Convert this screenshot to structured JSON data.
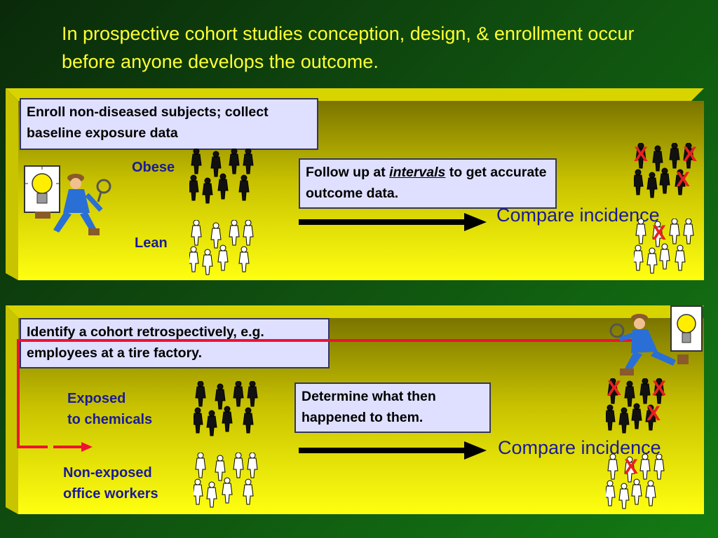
{
  "title": "In prospective cohort studies conception, design, & enrollment occur before anyone develops the outcome.",
  "top_panel": {
    "enroll_box": "Enroll non-diseased subjects; collect baseline exposure data",
    "group1_label": "Obese",
    "group2_label": "Lean",
    "followup_prefix": "Follow up at ",
    "followup_emph": "intervals",
    "followup_suffix": " to get accurate outcome data.",
    "compare_label": "Compare incidence",
    "outcome_mark": "X"
  },
  "bottom_panel": {
    "identify_box": "Identify a cohort retrospectively, e.g. employees at a tire factory.",
    "group1_label_line1": "Exposed",
    "group1_label_line2": "to chemicals",
    "group2_label_line1": "Non-exposed",
    "group2_label_line2": "office workers",
    "determine_box": "Determine what then happened to them.",
    "compare_label": "Compare incidence",
    "outcome_mark": "X"
  },
  "icons": [
    "lightbulb-icon",
    "detective-icon",
    "person-icon"
  ],
  "colors": {
    "title": "#ffff33",
    "label": "#1a1a99",
    "box_fill": "#dfe0ff",
    "panel_fill": "#ffff00",
    "x_mark": "#e8211f",
    "red_path": "#ee1133"
  }
}
